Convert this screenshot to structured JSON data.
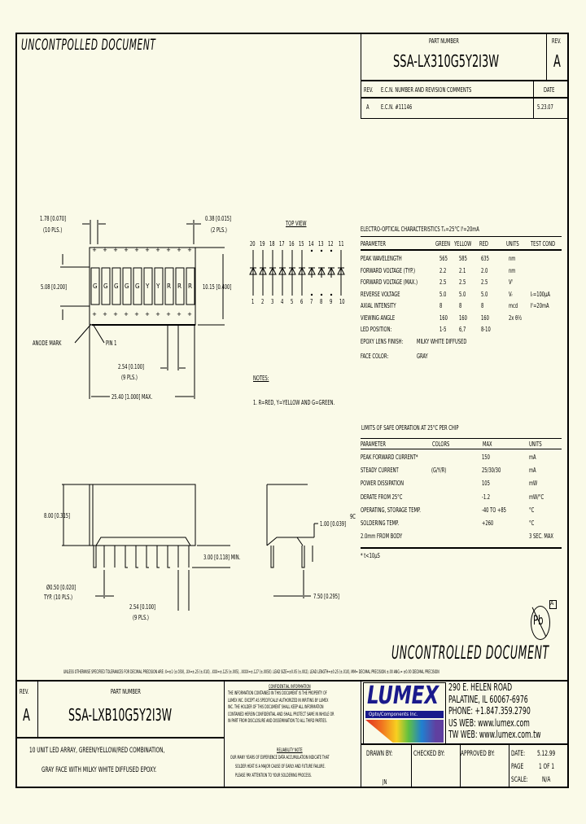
{
  "watermark_top": "UNCONTPOLLED DOCUMENT",
  "watermark_bottom": "UNCONTROLLED DOCUMENT",
  "title_block_top": {
    "part_number_label": "PART NUMBER",
    "part_number": "SSA-LX310G5Y2I3W",
    "rev_label": "REV.",
    "rev": "A",
    "revision_table": {
      "headers": [
        "REV.",
        "E.C.N. NUMBER AND REVISION COMMENTS",
        "DATE"
      ],
      "rows": [
        [
          "A",
          "E.C.N. #11146",
          "5.23.07"
        ]
      ]
    }
  },
  "drawing": {
    "top_dims": {
      "left_width": "1.78 [0.070]",
      "left_width_qty": "(10 PLS.)",
      "right_gap": "0.38 [0.015]",
      "right_gap_qty": "(2 PLS.)",
      "segment_height": "5.08 [0.200]",
      "body_height": "10.15 [0.400]",
      "pitch": "2.54 [0.100]",
      "pitch_qty": "(9 PLS.)",
      "overall_width": "25.40 [1.000] MAX.",
      "anode_mark": "ANODE MARK",
      "pin1": "PIN 1"
    },
    "segment_letters": [
      "G",
      "G",
      "G",
      "G",
      "G",
      "Y",
      "Y",
      "R",
      "R",
      "R"
    ],
    "top_view": {
      "title": "TOP VIEW",
      "top_pins": [
        "20",
        "19",
        "18",
        "17",
        "16",
        "15",
        "14",
        "13",
        "12",
        "11"
      ],
      "bottom_pins": [
        "1",
        "2",
        "3",
        "4",
        "5",
        "6",
        "7",
        "8",
        "9",
        "10"
      ]
    },
    "notes": {
      "title": "NOTES:",
      "items": [
        "1. R=RED, Y=YELLOW AND G=GREEN."
      ]
    },
    "side_dims": {
      "height": "8.00 [0.315]",
      "pin_length": "3.00 [0.118] MIN.",
      "pin_dia": "Ø0.50 [0.020]",
      "pin_dia_qty": "TYP. (10 PLS.)",
      "pitch": "2.54 [0.100]",
      "pitch_qty": "(9 PLS.)",
      "standoff": "1.00 [0.039]",
      "row_spacing": "7.50 [0.295]"
    }
  },
  "electro_optical": {
    "title": "ELECTRO-OPTICAL CHARACTERISTICS Tₐ=25°C     Iᶠ=20mA",
    "headers": [
      "PARAMETER",
      "GREEN",
      "YELLOW",
      "RED",
      "UNITS",
      "TEST COND"
    ],
    "rows": [
      [
        "PEAK WAVELENGTH",
        "565",
        "585",
        "635",
        "nm",
        ""
      ],
      [
        "FORWARD VOLTAGE (TYP.)",
        "2.2",
        "2.1",
        "2.0",
        "nm",
        ""
      ],
      [
        "FORWARD VOLTAGE (MAX.)",
        "2.5",
        "2.5",
        "2.5",
        "Vᶠ",
        ""
      ],
      [
        "REVERSE VOLTAGE",
        "5.0",
        "5.0",
        "5.0",
        "Vᵣ",
        "Iᵣ=100μA"
      ],
      [
        "AXIAL INTENSITY",
        "8",
        "8",
        "8",
        "mcd",
        "Iᶠ=20mA"
      ],
      [
        "VIEWING ANGLE",
        "160",
        "160",
        "160",
        "2x θ½",
        ""
      ],
      [
        "LED POSITION:",
        "1-5",
        "6,7",
        "8-10",
        "",
        ""
      ]
    ],
    "extra": [
      {
        "label": "EPOXY LENS FINISH:",
        "value": "MILKY WHITE DIFFUSED"
      },
      {
        "label": "FACE COLOR:",
        "value": "GRAY"
      }
    ]
  },
  "limits": {
    "title": "LIMITS OF SAFE OPERATION AT 25°C PER CHIP",
    "headers": [
      "PARAMETER",
      "COLORS",
      "MAX",
      "UNITS"
    ],
    "rows": [
      [
        "PEAK FORWARD CURRENT*",
        "",
        "150",
        "mA"
      ],
      [
        "STEADY CURRENT",
        "(G/Y/R)",
        "25/30/30",
        "mA"
      ],
      [
        "POWER DISSIPATION",
        "",
        "105",
        "mW"
      ],
      [
        "DERATE FROM 25°C",
        "",
        "-1.2",
        "mW/°C"
      ],
      [
        "OPERATING, STORAGE TEMP.",
        "",
        "-40 TO +85",
        "°C"
      ],
      [
        "SOLDERING TEMP.",
        "",
        "+260",
        "°C"
      ],
      [
        "2.0mm FROM BODY",
        "",
        "",
        "3 SEC. MAX"
      ]
    ],
    "footnote": "* t<10μS",
    "side_mark": "9C"
  },
  "pb_free": {
    "symbol": "Pb",
    "rev_flag": "A"
  },
  "tolerance_note": "UNLESS OTHERWISE SPECIFIED TOLERANCES FOR DECIMAL PRECISION ARE: X=±1 (±.039), .XX=±.25 (±.010), .XXX=±.125 (±.005), .XXXX=±.127 (±.0050). LEAD SIZE=±0.05 (±.002), LEAD LENGTH=±0.25 (±.010), MM= DECIMAL PRECISION ±.00   ANG.= ±0.00 DECIMAL PRECISION",
  "title_block_bottom": {
    "rev_label": "REV.",
    "rev": "A",
    "part_number_label": "PART NUMBER",
    "part_number": "SSA-LXB10G5Y2I3W",
    "description_line1": "10 UNIT LED ARRAY, GREEN/YELLOW/RED COMBINATION,",
    "description_line2": "GRAY FACE WITH MILKY WHITE DIFFUSED EPOXY.",
    "confidential_title": "CONFIDENTIAL INFORMATION",
    "confidential_text": [
      "THE INFORMATION CONTAINED IN THIS DOCUMENT IS THE PROPERTY OF",
      "LUMEX INC. EXCEPT AS SPECIFICALLY AUTHORIZED IN WRITING BY LUMEX",
      "INC. THE HOLDER OF THIS DOCUMENT SHALL KEEP ALL INFORMATION",
      "CONTAINED HEREIN CONFIDENTIAL AND SHALL PROTECT SAME IN WHOLE OR",
      "IN PART FROM DISCLOSURE AND DISSEMINATION TO ALL THIRD PARTIES."
    ],
    "reliability_title": "RELIABILITY NOTE",
    "reliability_text": [
      "OUR MANY YEARS OF EXPERIENCE DATA ACCUMULATION INDICATE THAT",
      "SOLDER HEAT IS A MAJOR CAUSE OF EARLY AND FUTURE FAILURE.",
      "PLEASE PAY ATTENTION TO YOUR SOLDERING PROCESS."
    ],
    "logo_text": "LUMEX",
    "logo_tagline": "Opto/Components Inc.",
    "address": [
      "290 E. HELEN ROAD",
      "PALATINE, IL 60067-6976",
      "PHONE: +1.847.359.2790",
      "US WEB: www.lumex.com",
      "TW WEB: www.lumex.com.tw"
    ],
    "drawn_by_label": "DRAWN BY:",
    "drawn_by": "JN",
    "checked_by_label": "CHECKED BY:",
    "approved_by_label": "APPROVED BY:",
    "date_label": "DATE:",
    "date": "5.12.99",
    "page_label": "PAGE",
    "page": "1 OF 1",
    "scale_label": "SCALE:",
    "scale": "N/A"
  }
}
